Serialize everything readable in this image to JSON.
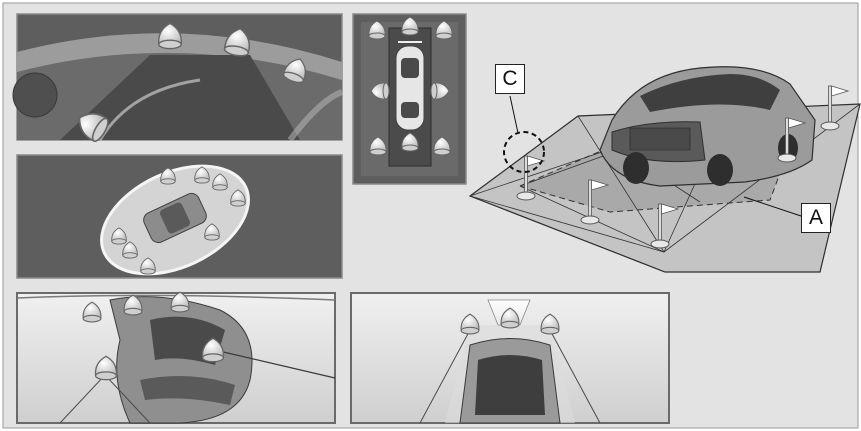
{
  "callouts": {
    "c": "C",
    "a": "A"
  },
  "panels": [
    "wide-view-inside-sensors",
    "top-view-small-car",
    "overhead-mirror-view",
    "rear-three-quarter-view",
    "front-view",
    "car-with-calibration-flags"
  ],
  "colors": {
    "background": "#e3e3e3",
    "panel_dark": "#5a5a5a",
    "panel_light": "#d6d6d6",
    "frame": "#8a8a8a",
    "sensor": "#eeeeee",
    "callout_border": "#222222"
  }
}
